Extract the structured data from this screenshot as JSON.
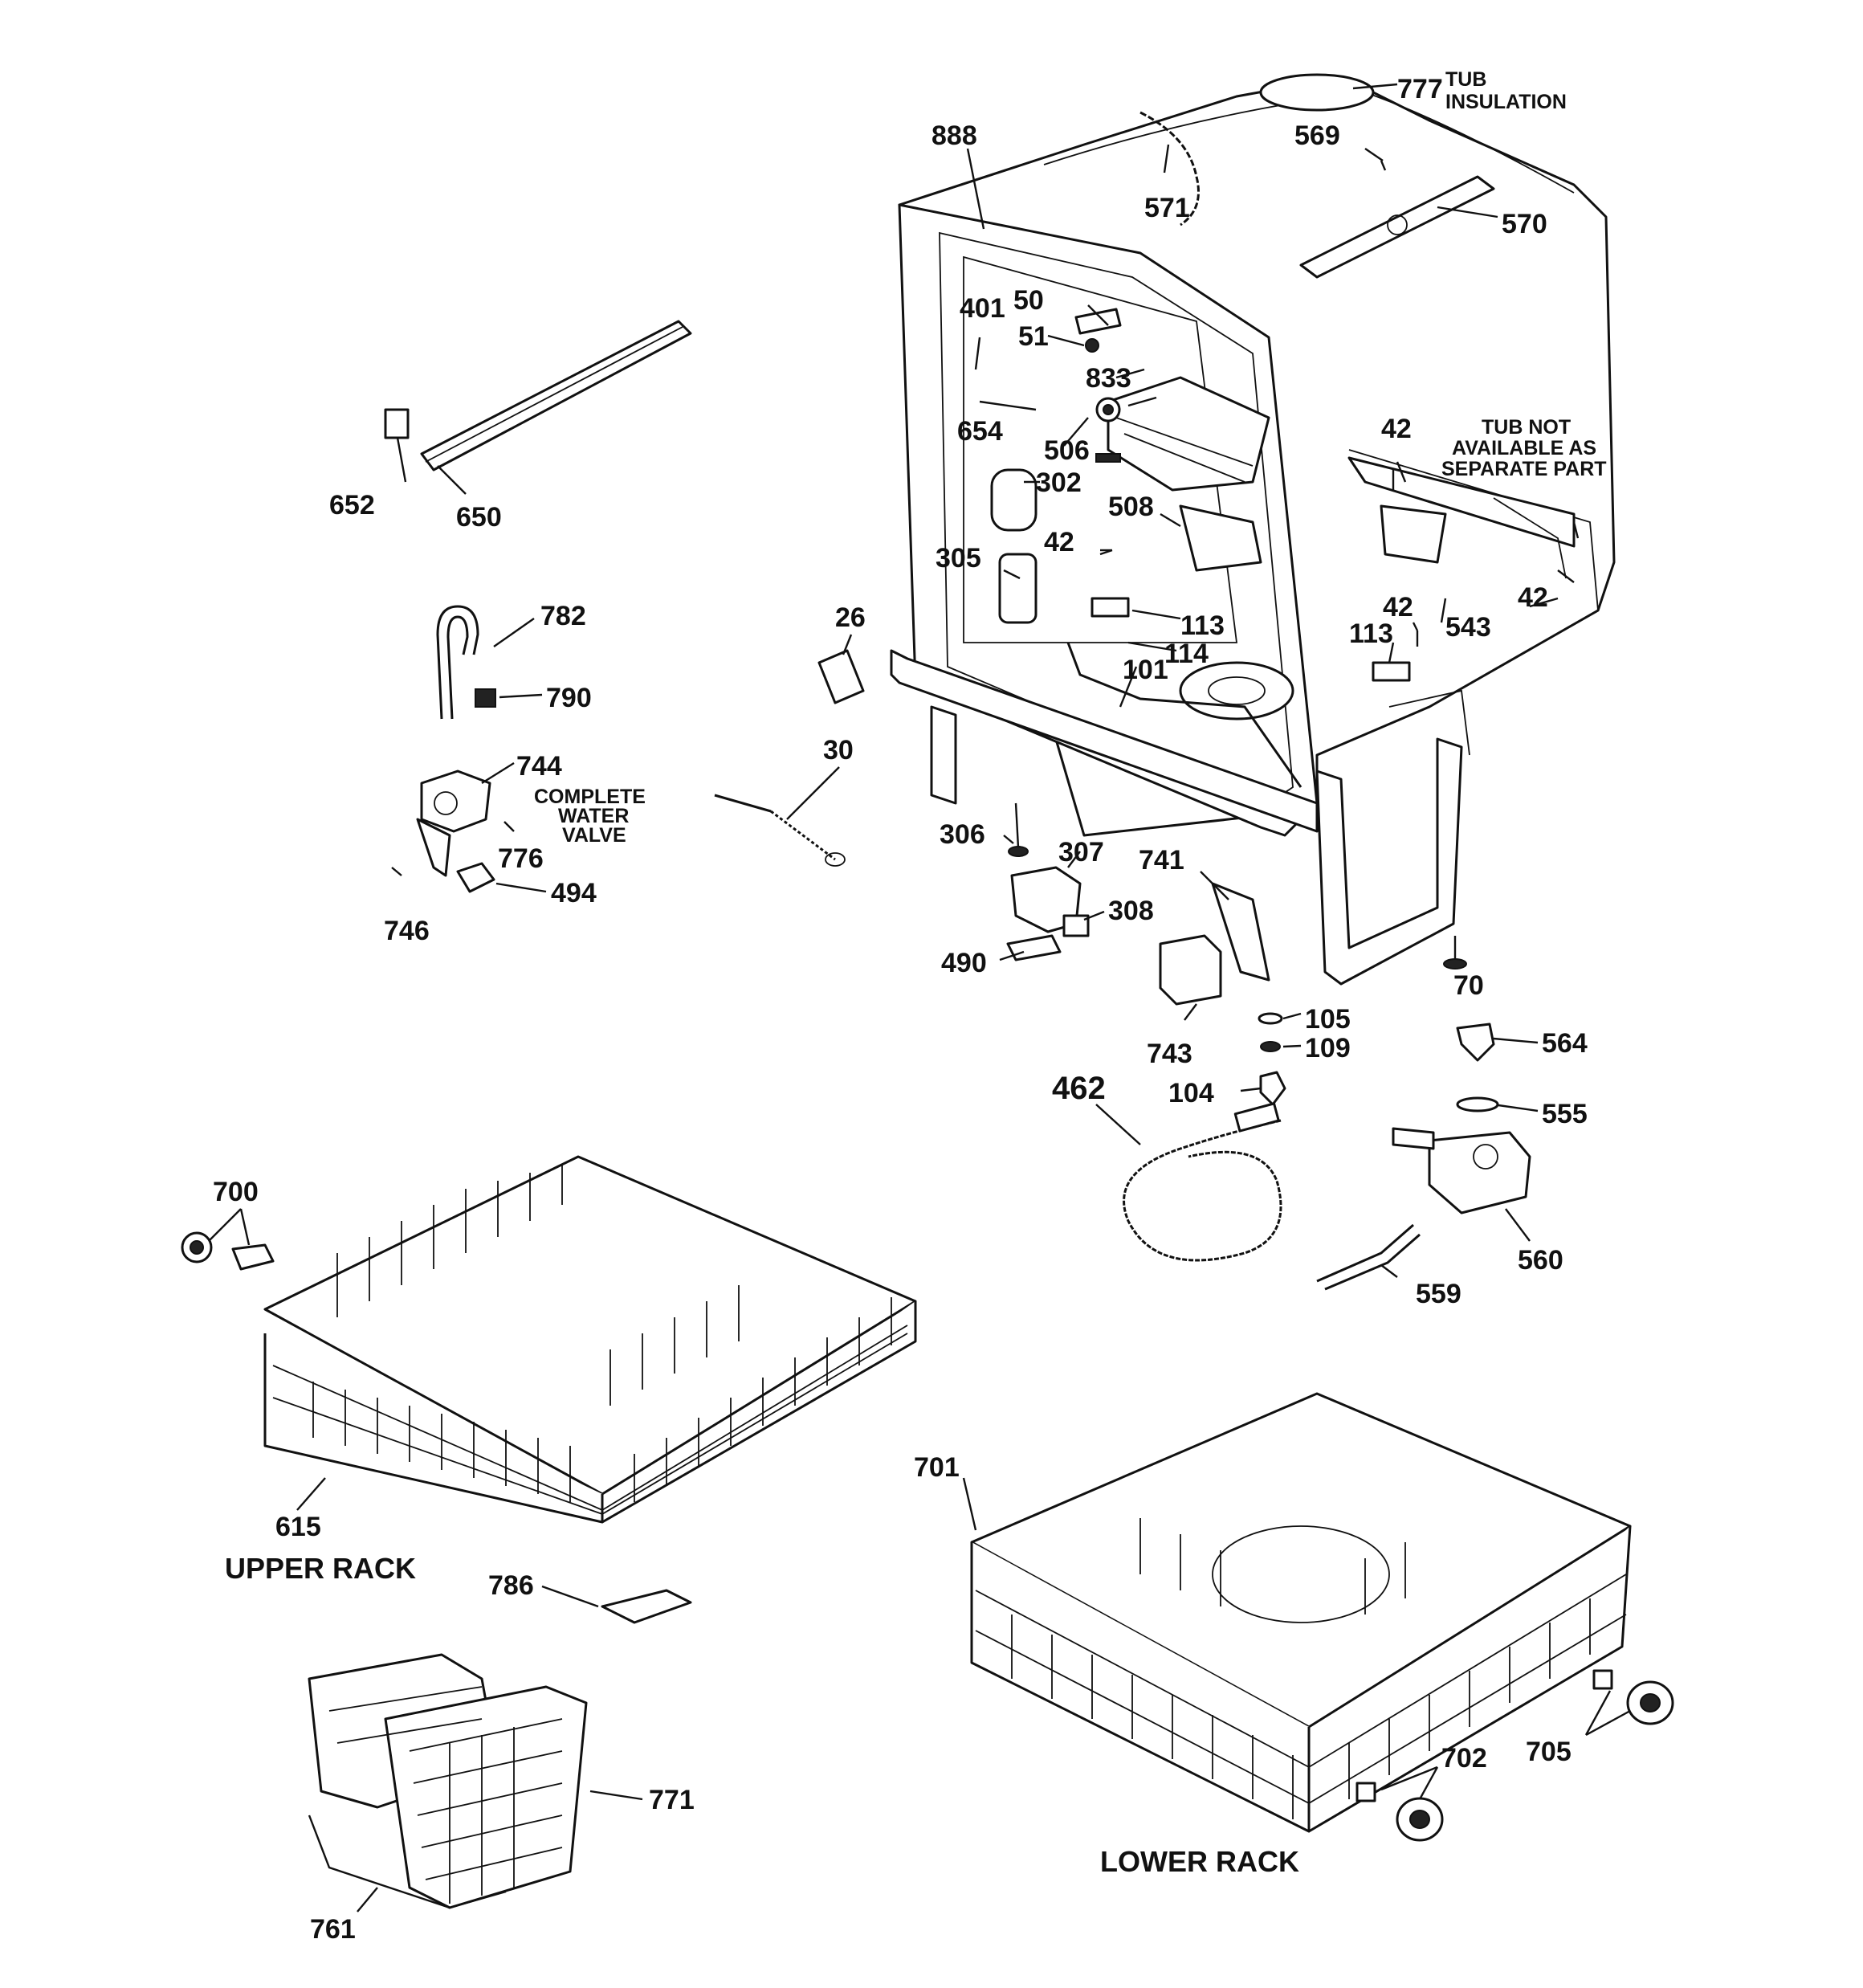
{
  "parts": {
    "p777": "777",
    "tub_insulation": [
      "TUB",
      "INSULATION"
    ],
    "p888": "888",
    "p571": "571",
    "p569": "569",
    "p570": "570",
    "p401": "401",
    "p50": "50",
    "p51": "51",
    "p833": "833",
    "p654": "654",
    "p506": "506",
    "p302": "302",
    "p508": "508",
    "p42a": "42",
    "p42b": "42",
    "p42c": "42",
    "p42d": "42",
    "tub_note": [
      "TUB NOT",
      "AVAILABLE AS",
      "SEPARATE PART"
    ],
    "p305": "305",
    "p113a": "113",
    "p113b": "113",
    "p114": "114",
    "p101": "101",
    "p543": "543",
    "p26": "26",
    "p30": "30",
    "p652": "652",
    "p650": "650",
    "p782": "782",
    "p790": "790",
    "p744": "744",
    "valve_note": [
      "COMPLETE",
      "WATER",
      "VALVE"
    ],
    "p776": "776",
    "p494": "494",
    "p746": "746",
    "p306": "306",
    "p307": "307",
    "p308": "308",
    "p741": "741",
    "p490": "490",
    "p743": "743",
    "p70": "70",
    "p105": "105",
    "p109": "109",
    "p104": "104",
    "p462": "462",
    "p564": "564",
    "p555": "555",
    "p560": "560",
    "p559": "559",
    "p700": "700",
    "p615": "615",
    "upper_rack": "UPPER RACK",
    "p786": "786",
    "p771": "771",
    "p761": "761",
    "p701": "701",
    "p702": "702",
    "p705": "705",
    "lower_rack": "LOWER RACK"
  }
}
